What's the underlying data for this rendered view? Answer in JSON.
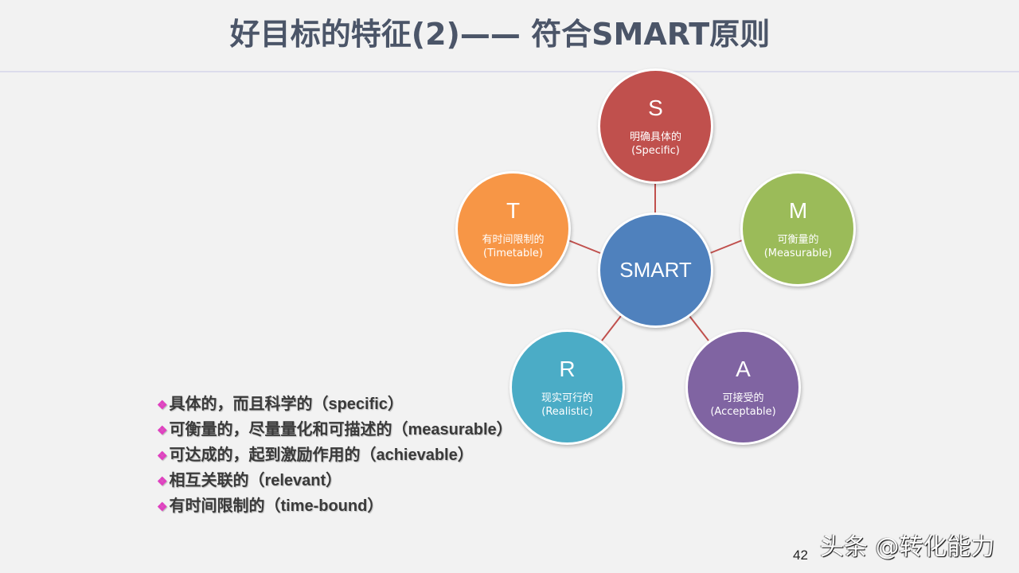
{
  "title": "好目标的特征(2)—— 符合SMART原则",
  "diagram": {
    "center": {
      "label": "SMART",
      "color": "#4f81bd"
    },
    "nodes": [
      {
        "letter": "S",
        "zh": "明确具体的",
        "en": "(Specific)",
        "color": "#c0504d"
      },
      {
        "letter": "M",
        "zh": "可衡量的",
        "en": "(Measurable)",
        "color": "#9bbb59"
      },
      {
        "letter": "A",
        "zh": "可接受的",
        "en": "(Acceptable)",
        "color": "#8064a2"
      },
      {
        "letter": "R",
        "zh": "现实可行的",
        "en": "(Realistic)",
        "color": "#4bacc6"
      },
      {
        "letter": "T",
        "zh": "有时间限制的",
        "en": "(Timetable)",
        "color": "#f79646"
      }
    ],
    "connector_color": "#c0504d"
  },
  "bullets": [
    "具体的，而且科学的（specific）",
    "可衡量的，尽量量化和可描述的（measurable）",
    "可达成的，起到激励作用的（achievable）",
    "相互关联的（relevant）",
    "有时间限制的（time-bound）"
  ],
  "bullet_marker": "❖",
  "page_number": "42",
  "watermark": "头条 @转化能力"
}
